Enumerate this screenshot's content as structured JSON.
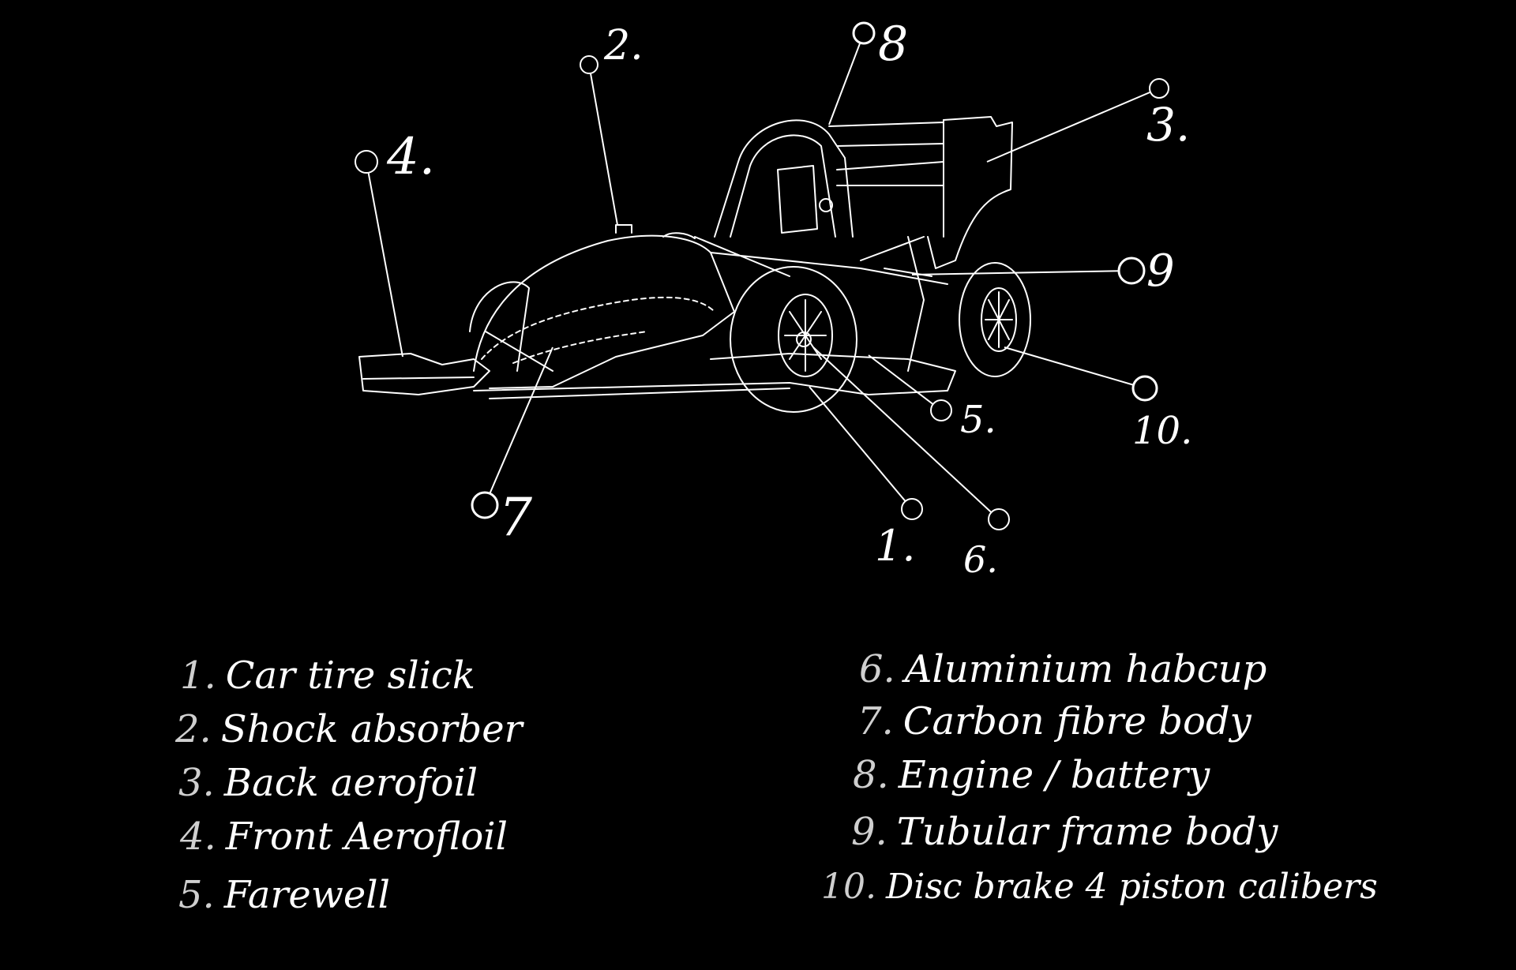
{
  "colors": {
    "background": "#000000",
    "line": "#ffffff",
    "legend_number": "#cfcfcf"
  },
  "callouts": [
    {
      "number": "1.",
      "part": "car-tire"
    },
    {
      "number": "2.",
      "part": "shock-absorber"
    },
    {
      "number": "3.",
      "part": "back-aerofoil"
    },
    {
      "number": "4.",
      "part": "front-aerofoil"
    },
    {
      "number": "5.",
      "part": "farewell"
    },
    {
      "number": "6.",
      "part": "hubcap"
    },
    {
      "number": "7",
      "part": "body"
    },
    {
      "number": "8",
      "part": "engine"
    },
    {
      "number": "9",
      "part": "frame"
    },
    {
      "number": "10.",
      "part": "disc-brake"
    }
  ],
  "legend": {
    "left": [
      {
        "number": "1.",
        "label": "Car tire slick"
      },
      {
        "number": "2.",
        "label": "Shock absorber"
      },
      {
        "number": "3.",
        "label": "Back aerofoil"
      },
      {
        "number": "4.",
        "label": "Front Aerofloil"
      },
      {
        "number": "5.",
        "label": "Farewell"
      }
    ],
    "right": [
      {
        "number": "6.",
        "label": "Aluminium habcup"
      },
      {
        "number": "7.",
        "label": "Carbon fibre body"
      },
      {
        "number": "8.",
        "label": "Engine / battery"
      },
      {
        "number": "9.",
        "label": "Tubular frame body"
      },
      {
        "number": "10.",
        "label": "Disc brake 4 piston calibers"
      }
    ]
  }
}
